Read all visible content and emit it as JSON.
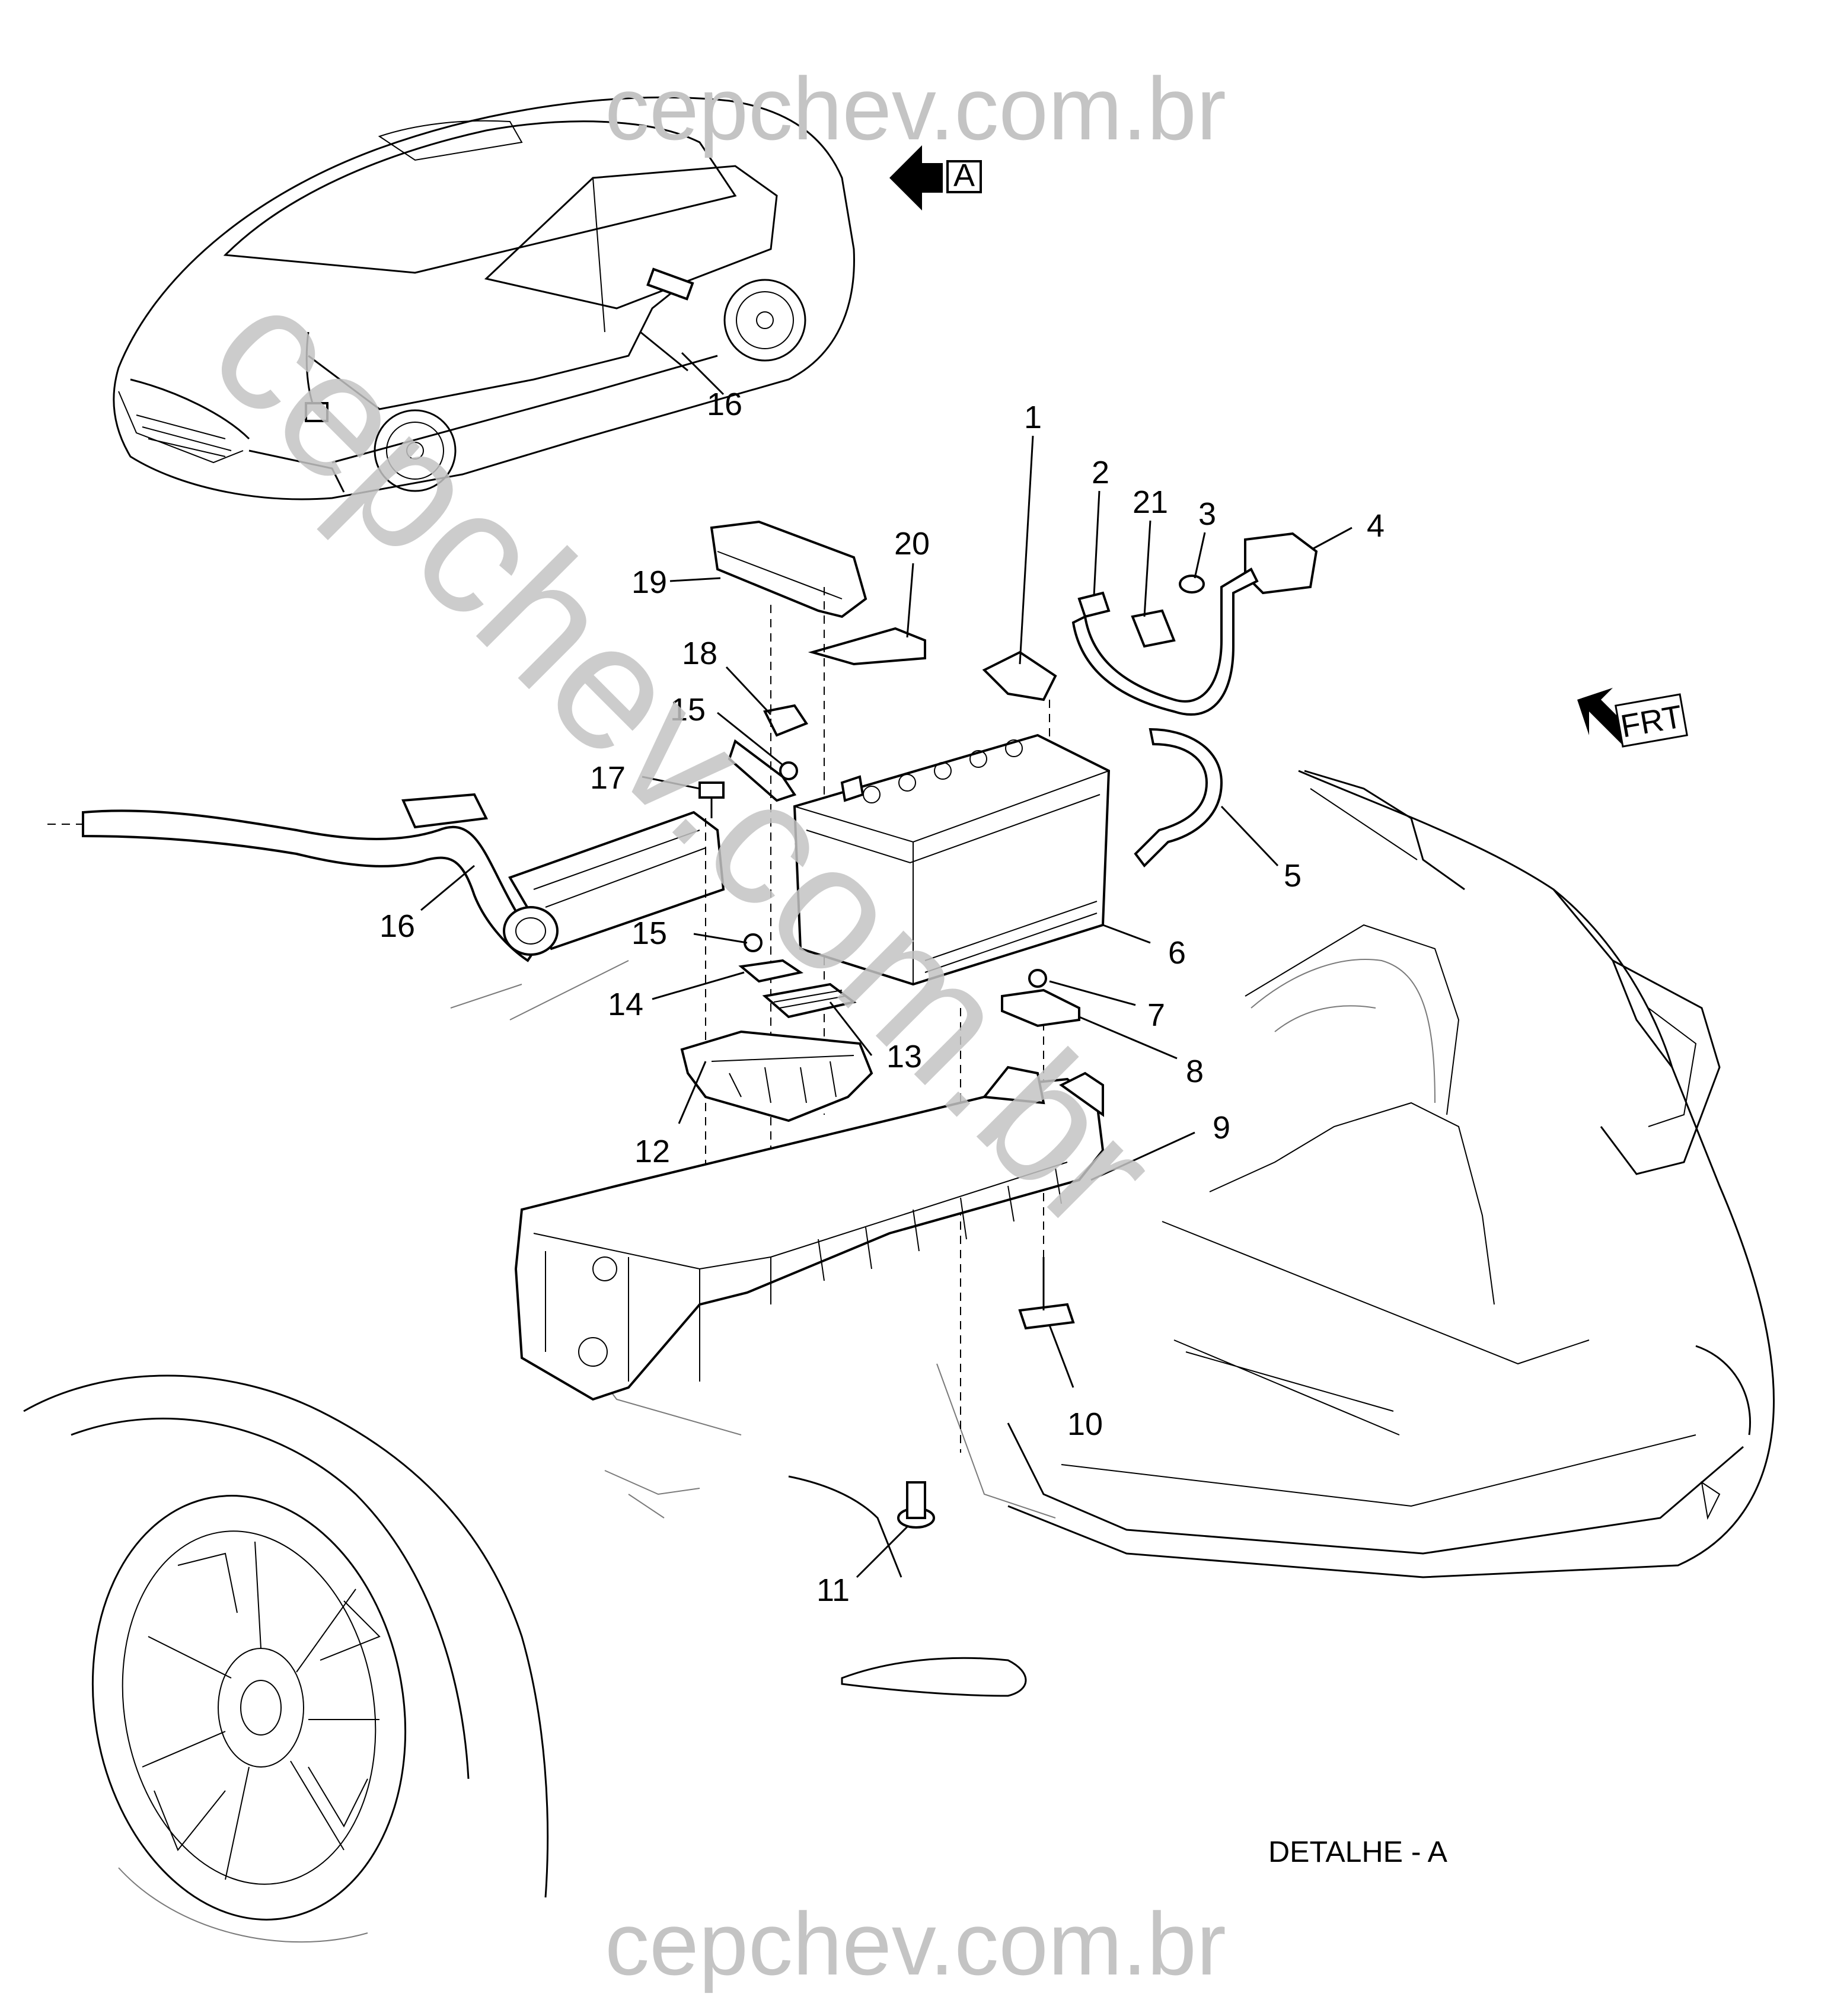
{
  "watermark": {
    "top": "cepchev.com.br",
    "bottom": "cepchev.com.br",
    "diagonal": "cepchev.com.br"
  },
  "view_marker": {
    "label": "A"
  },
  "front_marker": {
    "label": "FRT"
  },
  "detail_label": "DETALHE - A",
  "callouts": [
    {
      "id": "c1",
      "label": "1"
    },
    {
      "id": "c2",
      "label": "2"
    },
    {
      "id": "c3",
      "label": "3"
    },
    {
      "id": "c4",
      "label": "4"
    },
    {
      "id": "c5",
      "label": "5"
    },
    {
      "id": "c6",
      "label": "6"
    },
    {
      "id": "c7",
      "label": "7"
    },
    {
      "id": "c8",
      "label": "8"
    },
    {
      "id": "c9",
      "label": "9"
    },
    {
      "id": "c10",
      "label": "10"
    },
    {
      "id": "c11",
      "label": "11"
    },
    {
      "id": "c12",
      "label": "12"
    },
    {
      "id": "c13",
      "label": "13"
    },
    {
      "id": "c14",
      "label": "14"
    },
    {
      "id": "c15a",
      "label": "15"
    },
    {
      "id": "c15b",
      "label": "15"
    },
    {
      "id": "c16a",
      "label": "16"
    },
    {
      "id": "c16b",
      "label": "16"
    },
    {
      "id": "c17",
      "label": "17"
    },
    {
      "id": "c18",
      "label": "18"
    },
    {
      "id": "c19",
      "label": "19"
    },
    {
      "id": "c20",
      "label": "20"
    },
    {
      "id": "c21",
      "label": "21"
    }
  ]
}
